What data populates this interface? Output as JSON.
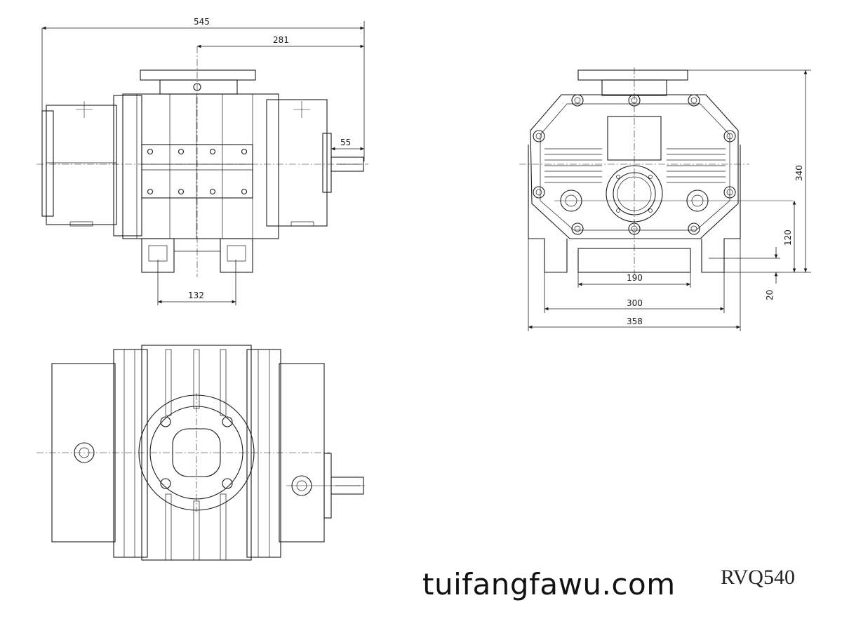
{
  "dimensions": {
    "overall_length": "545",
    "shaft_to_inlet": "281",
    "shaft_length": "55",
    "foot_spacing_side": "132",
    "height": "340",
    "shaft_height": "120",
    "foot_thickness": "20",
    "foot_inner": "190",
    "foot_spacing": "300",
    "base_width": "358"
  },
  "watermark": "tuifangfawu.com",
  "model": "RVQ540"
}
